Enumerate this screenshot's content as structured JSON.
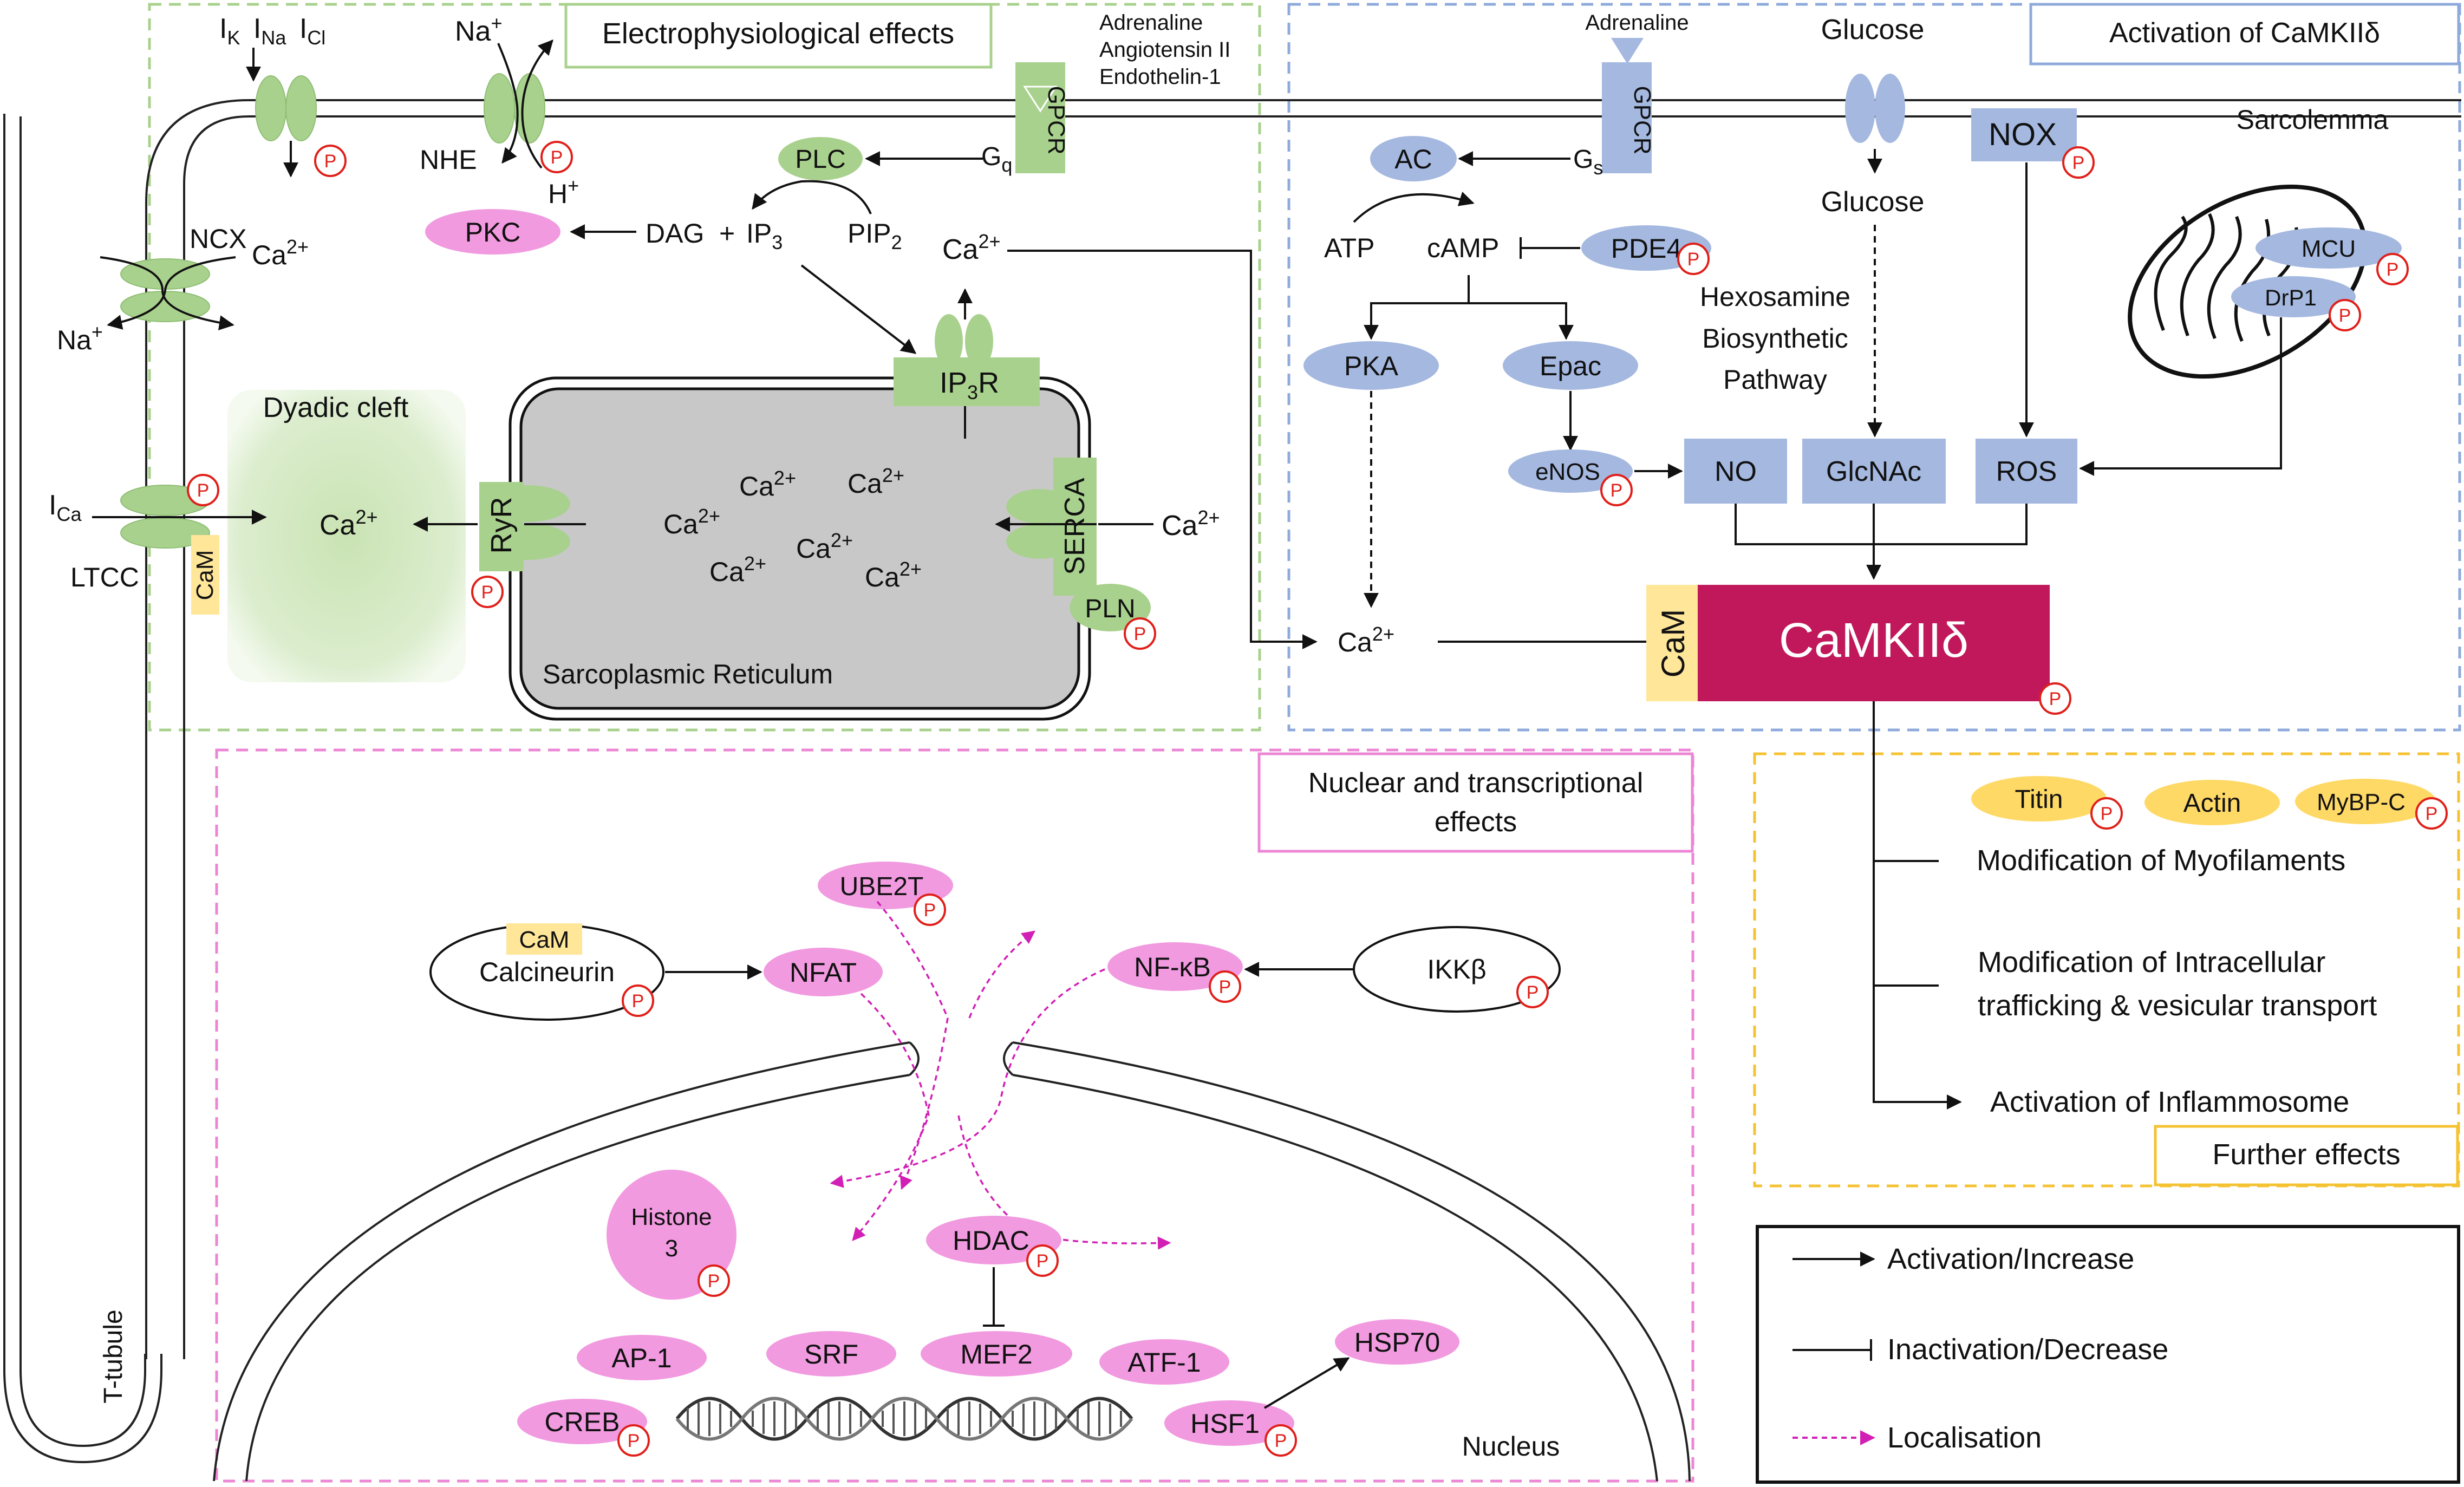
{
  "boxes": {
    "electro": "Electrophysiological effects",
    "camk_activation": "Activation of CaMKIIδ",
    "nuclear_line1": "Nuclear and transcriptional",
    "nuclear_line2": "effects",
    "further": "Further effects"
  },
  "membrane": {
    "sarcolemma": "Sarcolemma",
    "t_tubule": "T-tubule",
    "dyadic_cleft": "Dyadic cleft",
    "sr": "Sarcoplasmic Reticulum",
    "nucleus": "Nucleus"
  },
  "ligands": {
    "left_1": "Adrenaline",
    "left_2": "Angiotensin II",
    "left_3": "Endothelin-1",
    "right": "Adrenaline",
    "glucose_out": "Glucose",
    "glucose_in": "Glucose"
  },
  "labels": {
    "ik": "I",
    "ik_sub": "K",
    "ina": "I",
    "ina_sub": "Na",
    "icl": "I",
    "icl_sub": "Cl",
    "na_top": "Na",
    "na_top_sup": "+",
    "nhe": "NHE",
    "h": "H",
    "h_sup": "+",
    "ncx": "NCX",
    "ca_ncx": "Ca",
    "ca_ncx_sup": "2+",
    "na_ncx": "Na",
    "na_ncx_sup": "+",
    "ica": "I",
    "ica_sub": "Ca",
    "ltcc": "LTCC",
    "cam": "CaM",
    "ryr": "RyR",
    "serca": "SERCA",
    "pln": "PLN",
    "ip3r": "IP",
    "ip3r_sub": "3",
    "ip3r_tail": "R",
    "gpcr": "GPCR",
    "gq": "G",
    "gq_sub": "q",
    "gs": "G",
    "gs_sub": "s",
    "plc": "PLC",
    "pkc": "PKC",
    "dag": "DAG",
    "plus": "+",
    "ip3": "IP",
    "ip3_sub": "3",
    "pip2": "PIP",
    "pip2_sub": "2",
    "ca": "Ca",
    "ca_sup": "2+",
    "ac": "AC",
    "atp": "ATP",
    "camp": "cAMP",
    "pde4": "PDE4",
    "pka": "PKA",
    "epac": "Epac",
    "enos": "eNOS",
    "no": "NO",
    "glcnac": "GlcNAc",
    "ros": "ROS",
    "nox": "NOX",
    "hbp_1": "Hexosamine",
    "hbp_2": "Biosynthetic",
    "hbp_3": "Pathway",
    "mcu": "MCU",
    "drp1": "DrP1",
    "camkii": "CaMKIIδ",
    "phos": "P"
  },
  "nuclear": {
    "ube2t": "UBE2T",
    "calcineurin": "Calcineurin",
    "nfat": "NFAT",
    "nfkb": "NF-κB",
    "ikkb": "IKKβ",
    "histone_1": "Histone",
    "histone_2": "3",
    "hdac": "HDAC",
    "ap1": "AP-1",
    "srf": "SRF",
    "mef2": "MEF2",
    "atf1": "ATF-1",
    "hsp70": "HSP70",
    "creb": "CREB",
    "hsf1": "HSF1"
  },
  "further": {
    "titin": "Titin",
    "actin": "Actin",
    "mybpc": "MyBP-C",
    "myofil": "Modification of Myofilaments",
    "traffic_1": "Modification of Intracellular",
    "traffic_2": "trafficking & vesicular transport",
    "inflam": "Activation of Inflammosome"
  },
  "legend": {
    "activation": "Activation/Increase",
    "inactivation": "Inactivation/Decrease",
    "localisation": "Localisation"
  },
  "colors": {
    "green": "#a9d18e",
    "blue": "#a4b8e0",
    "pink": "#f19ae0",
    "yellow": "#ffd966",
    "camkii": "#c0185a",
    "sr_fill": "#c9c8c9",
    "phos": "#e0201a",
    "green_dash": "#a9d18e",
    "blue_dash": "#8eaadb",
    "pink_dash": "#ec86d4",
    "yellow_dash": "#f5c232",
    "magenta_arrow": "#d21fb5"
  }
}
